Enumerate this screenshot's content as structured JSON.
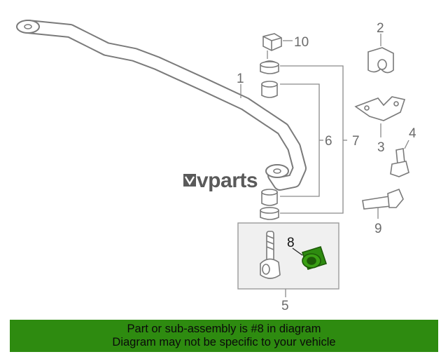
{
  "callouts": {
    "c1": "1",
    "c2": "2",
    "c3": "3",
    "c4": "4",
    "c5": "5",
    "c6": "6",
    "c7": "7",
    "c8": "8",
    "c9": "9",
    "c10": "10"
  },
  "watermark": {
    "brand": "vparts"
  },
  "banner": {
    "line1": "Part or sub-assembly is #8 in diagram",
    "line2": "Diagram may not be specific to your vehicle"
  },
  "colors": {
    "highlight": "#2e8b10",
    "outline": "#8a8a8a",
    "banner_bg": "#2e8b10"
  }
}
